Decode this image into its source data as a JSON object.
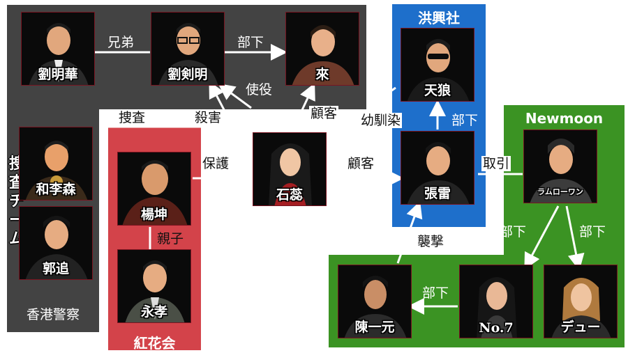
{
  "groups": {
    "police": {
      "title": "香港警察",
      "subtitle_vertical": "捜査チーム",
      "color": "#434343"
    },
    "kouka": {
      "title": "紅花会",
      "color": "#d3434a"
    },
    "kouko": {
      "title": "洪興社",
      "color": "#1e6fcb"
    },
    "newmoon": {
      "title": "Newmoon",
      "color": "#3b9323"
    }
  },
  "nodes": {
    "lau_ming_wah": "劉明華",
    "lau_kim_ming": "劉剣明",
    "lai": "來",
    "wo_lee_sam": "和李森",
    "kwok_chui": "郭追",
    "yeung_kwan": "楊坤",
    "wing_hau": "永孝",
    "shek_tsui": "石蕊",
    "tin_long": "天狼",
    "cheung_lui": "張雷",
    "lam_lo_wan": "ラムローワン",
    "chan_yat_yuen": "陳一元",
    "no7": "No.7",
    "due": "デュー"
  },
  "edges": {
    "brothers": "兄弟",
    "subordinate": "部下",
    "use": "使役",
    "investigate": "捜査",
    "murder": "殺害",
    "client": "顧客",
    "childhood": "幼馴染",
    "protect": "保護",
    "parent_child": "親子",
    "client2": "顧客",
    "subordinate2": "部下",
    "deal": "取引",
    "attack": "襲撃",
    "subordinate3": "部下",
    "subordinate4": "部下",
    "subordinate5": "部下"
  }
}
